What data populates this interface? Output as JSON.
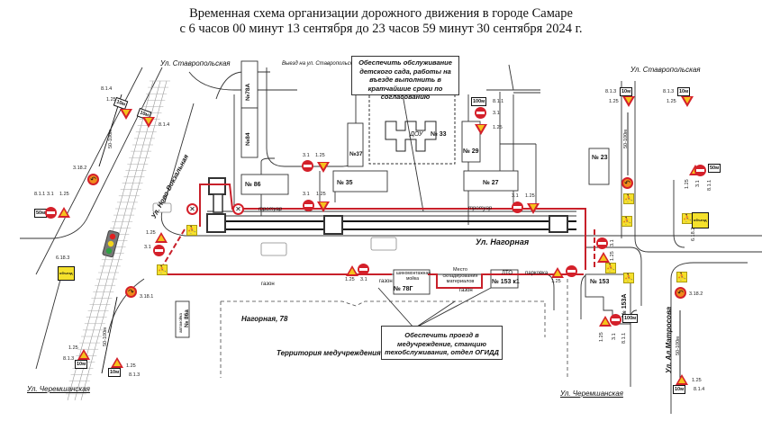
{
  "title": {
    "line1": "Временная схема организации дорожного движения в городе Самаре",
    "line2": "с 6 часов 00 минут 13 сентября до 23 часов 59 минут 30 сентября 2024 г."
  },
  "streets": {
    "stavropolskaya_left": "Ул. Ставропольская",
    "stavropolskaya_right": "Ул. Ставропольская",
    "exit_stavropolskaya": "Выезд на ул. Ставропольская",
    "novo_vokzalnaya": "Ул. Ново-Вокзальная",
    "nagornaya": "Ул. Нагорная",
    "cheremshanskaya_left": "Ул. Черемшанская",
    "cheremshanskaya_right": "Ул. Черемшанская",
    "al_matrosova": "Ул. Ал.Матросова"
  },
  "buildings": {
    "b78a": "№78А",
    "b84": "№84",
    "b86": "№ 86",
    "b37": "№37",
    "b35": "№ 35",
    "b33": "№ 33",
    "dou": "ДОУ",
    "b29": "№ 29",
    "b27": "№ 27",
    "b23": "№ 23",
    "b153": "№ 153",
    "b153a": "№ 153А",
    "b153k1": "№ 153 к1",
    "lto": "ЛТО",
    "b78g": "№ 78Г",
    "b78g_caption": "шиномонтажная мойка",
    "b86a": "№ 86а",
    "b86a_caption": "автомойка",
    "nagornaya78": "Нагорная, 78",
    "med_territory": "Территория медучреждения"
  },
  "areas": {
    "sidewalk": "тротуар",
    "lawn": "газон",
    "parking": "парковка",
    "storage": "Место складирования материалов"
  },
  "notes": {
    "kindergarten": "Обеспечить обслуживание детского сада, работы на въезде выполнить в кратчайшие сроки по согласованию",
    "medical": "Обеспечить проезд в медучреждение, станцию техобслуживания, отдел ОГИДД"
  },
  "signs": {
    "works": "1.25",
    "no_entry": "3.1",
    "no_left_turn": "3.18.2",
    "no_right_turn": "3.18.1",
    "distance_plate": "8.1.1",
    "distance_arrow_plate": "8.1.3",
    "distance_arrow_plate_left": "8.1.4",
    "detour": "6.18.3",
    "detour_right": "6.18.2",
    "range": "50-100м",
    "d10": "10м",
    "d50": "50м",
    "d100": "100м",
    "detour_text": "объезд"
  },
  "colors": {
    "fence": "#c8202a",
    "sign_red": "#d4202a",
    "sign_orange": "#f08a1c",
    "sign_yellow": "#f5e12c",
    "ink": "#222222"
  }
}
